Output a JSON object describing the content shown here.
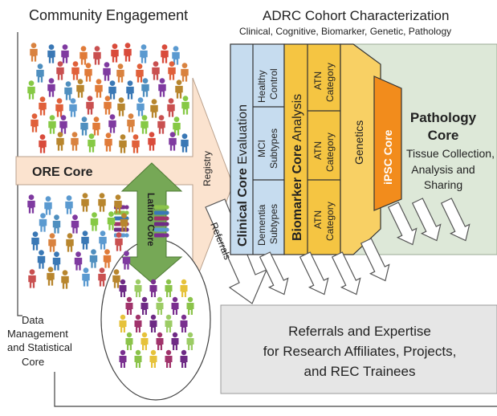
{
  "community": {
    "title": "Community Engagement"
  },
  "adrc": {
    "title": "ADRC Cohort Characterization",
    "subtitle": "Clinical, Cognitive, Biomarker, Genetic, Pathology"
  },
  "ore": {
    "label": "ORE Core"
  },
  "registry": {
    "label": "Registry"
  },
  "referrals": {
    "label": "Referrals"
  },
  "latino": {
    "label": "Latino Core"
  },
  "clinical": {
    "title_bold": "Clinical Core",
    "title_rest": " Evaluation",
    "cells": [
      {
        "line1": "Healthy",
        "line2": "Control"
      },
      {
        "line1": "MCI",
        "line2": "Subtypes"
      },
      {
        "line1": "Dementia",
        "line2": "Subtypes"
      }
    ]
  },
  "biomarker": {
    "title_bold": "Biomarker Core",
    "title_rest": " Analysis",
    "cells": [
      {
        "line1": "ATN",
        "line2": "Category"
      },
      {
        "line1": "ATN",
        "line2": "Category"
      },
      {
        "line1": "ATN",
        "line2": "Category"
      }
    ]
  },
  "genetics": {
    "label": "Genetics"
  },
  "ipsc": {
    "label": "iPSC Core"
  },
  "pathology": {
    "title_line1": "Pathology",
    "title_line2": "Core",
    "desc_line1": "Tissue Collection,",
    "desc_line2": "Analysis and",
    "desc_line3": "Sharing"
  },
  "data_mgmt": {
    "line1": "Data",
    "line2": "Management",
    "line3": "and Statistical",
    "line4": "Core"
  },
  "referrals_box": {
    "line1": "Referrals and Expertise",
    "line2": "for Research Affiliates, Projects,",
    "line3": "and REC Trainees"
  },
  "colors": {
    "clinical_blue": "#c6dcef",
    "biomarker_gold": "#f5c542",
    "genetics_gold": "#f8d064",
    "ipsc_orange": "#f28c1c",
    "pathology_green": "#dde8d8",
    "ore_peach": "#fbe3cf",
    "latino_green": "#76a856",
    "referrals_gray": "#e6e6e6"
  },
  "icons": {
    "people_top": "people-crowd-icon",
    "people_bottom": "people-crowd-icon",
    "people_circle": "people-crowd-icon",
    "latino_group": "people-group-icon"
  }
}
